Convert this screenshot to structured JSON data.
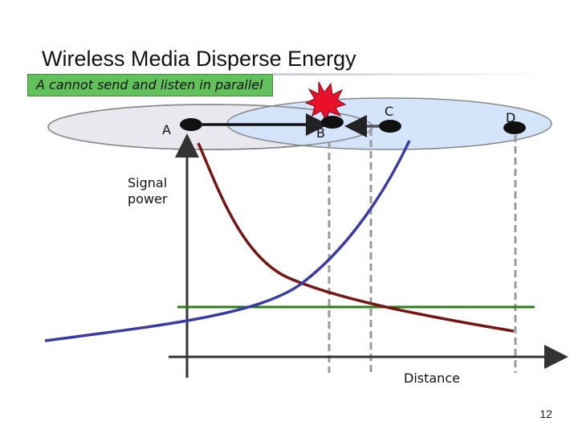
{
  "slide": {
    "title": "Wireless Media Disperse Energy",
    "callout": "A cannot send and listen in parallel",
    "page_number": "12"
  },
  "nodes": {
    "a": "A",
    "b": "B",
    "c": "C",
    "d": "D"
  },
  "axes": {
    "ylabel_line1": "Signal",
    "ylabel_line2": "power",
    "xlabel": "Distance"
  },
  "colors": {
    "range_a": "#e8e8ee",
    "range_c": "#cfe2fb",
    "signal_a": "#7a1414",
    "signal_c": "#3a3aa8",
    "threshold": "#2e7d1a",
    "collision": "#e8102a"
  }
}
